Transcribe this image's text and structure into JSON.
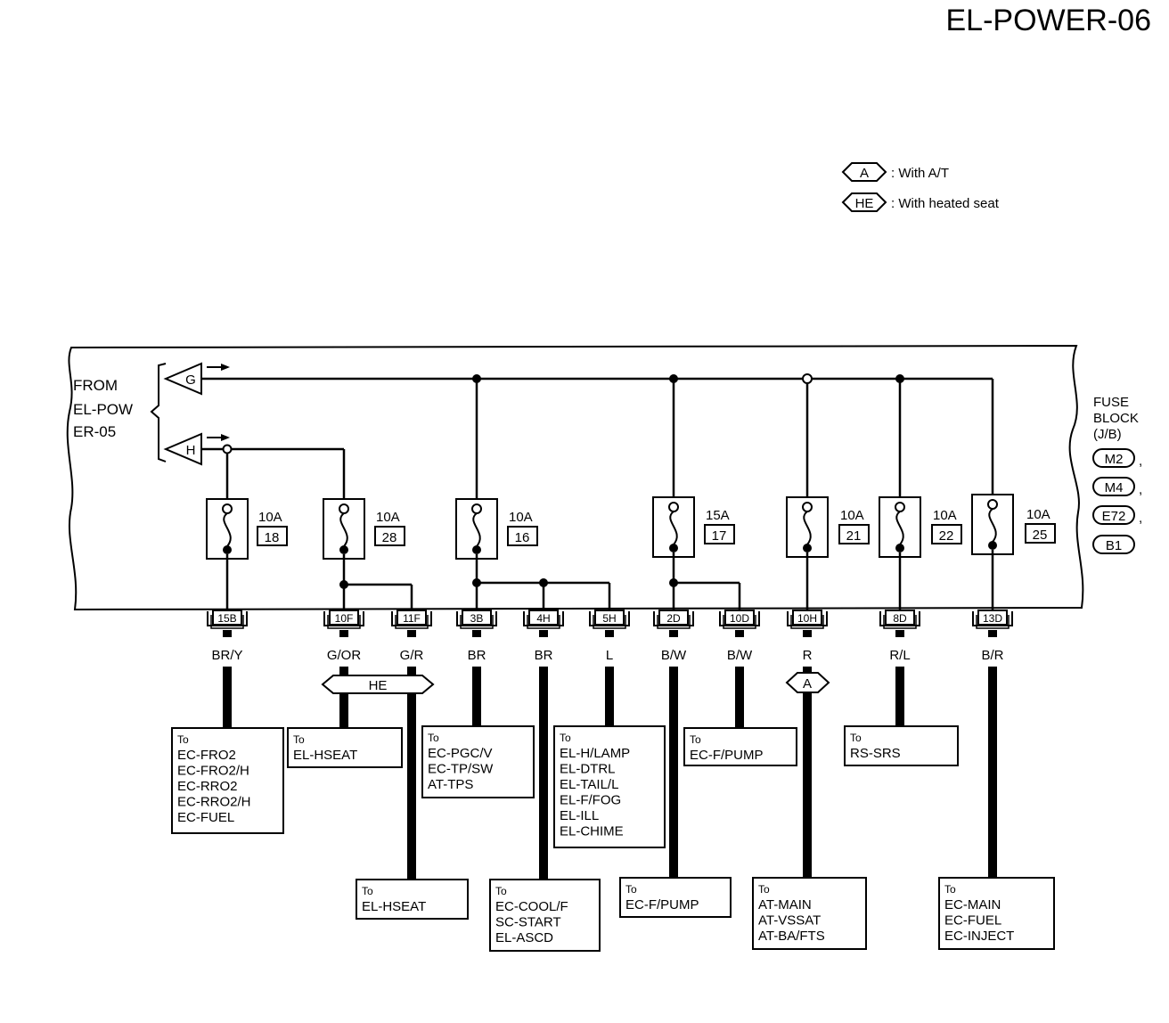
{
  "page_title": "EL-POWER-06",
  "legend": [
    {
      "symbol": "A",
      "text": ": With A/T"
    },
    {
      "symbol": "HE",
      "text": ": With heated seat"
    }
  ],
  "from_label": [
    "FROM",
    "EL-POW",
    "ER-05"
  ],
  "sources": {
    "g": "G",
    "h": "H"
  },
  "fuse_block": {
    "title": [
      "FUSE",
      "BLOCK",
      "(J/B)"
    ],
    "connectors": [
      "M2",
      "M4",
      "E72",
      "B1"
    ]
  },
  "fuses": [
    {
      "amp": "10A",
      "num": "18"
    },
    {
      "amp": "10A",
      "num": "28"
    },
    {
      "amp": "10A",
      "num": "16"
    },
    {
      "amp": "15A",
      "num": "17"
    },
    {
      "amp": "10A",
      "num": "21"
    },
    {
      "amp": "10A",
      "num": "22"
    },
    {
      "amp": "10A",
      "num": "25"
    }
  ],
  "terminals": [
    {
      "id": "15B",
      "color": "BR/Y"
    },
    {
      "id": "10F",
      "color": "G/OR"
    },
    {
      "id": "11F",
      "color": "G/R"
    },
    {
      "id": "3B",
      "color": "BR"
    },
    {
      "id": "4H",
      "color": "BR"
    },
    {
      "id": "5H",
      "color": "L"
    },
    {
      "id": "2D",
      "color": "B/W"
    },
    {
      "id": "10D",
      "color": "B/W"
    },
    {
      "id": "10H",
      "color": "R"
    },
    {
      "id": "8D",
      "color": "R/L"
    },
    {
      "id": "13D",
      "color": "B/R"
    }
  ],
  "options": {
    "he": "HE",
    "a": "A"
  },
  "destinations": [
    {
      "to": "To",
      "items": [
        "EC-FRO2",
        "EC-FRO2/H",
        "EC-RRO2",
        "EC-RRO2/H",
        "EC-FUEL"
      ]
    },
    {
      "to": "To",
      "items": [
        "EL-HSEAT"
      ]
    },
    {
      "to": "To",
      "items": [
        "EL-HSEAT"
      ]
    },
    {
      "to": "To",
      "items": [
        "EC-PGC/V",
        "EC-TP/SW",
        "AT-TPS"
      ]
    },
    {
      "to": "To",
      "items": [
        "EC-COOL/F",
        "SC-START",
        "EL-ASCD"
      ]
    },
    {
      "to": "To",
      "items": [
        "EL-H/LAMP",
        "EL-DTRL",
        "EL-TAIL/L",
        "EL-F/FOG",
        "EL-ILL",
        "EL-CHIME"
      ]
    },
    {
      "to": "To",
      "items": [
        "EC-F/PUMP"
      ]
    },
    {
      "to": "To",
      "items": [
        "EC-F/PUMP"
      ]
    },
    {
      "to": "To",
      "items": [
        "AT-MAIN",
        "AT-VSSAT",
        "AT-BA/FTS"
      ]
    },
    {
      "to": "To",
      "items": [
        "RS-SRS"
      ]
    },
    {
      "to": "To",
      "items": [
        "EC-MAIN",
        "EC-FUEL",
        "EC-INJECT"
      ]
    }
  ]
}
